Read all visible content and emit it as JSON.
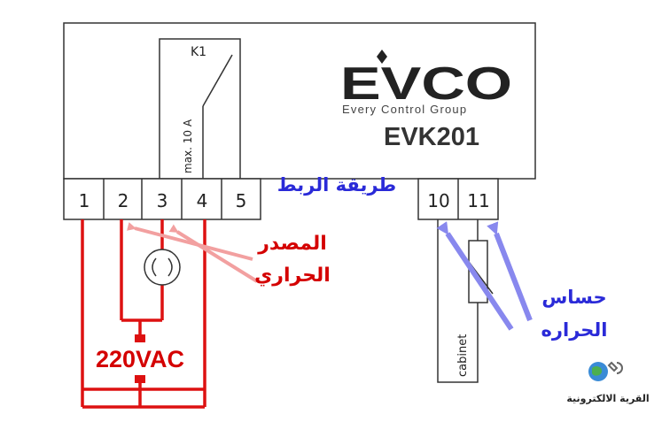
{
  "device": {
    "brand": "EVCO",
    "tagline": "Every Control Group",
    "model": "EVK201",
    "relay_label": "K1",
    "relay_rating": "max. 10 A"
  },
  "terminals": {
    "left": [
      "1",
      "2",
      "3",
      "4",
      "5"
    ],
    "right": [
      "10",
      "11"
    ]
  },
  "labels": {
    "wiring_title": "طريقة الربط",
    "supply": "220VAC",
    "heat_source_line1": "المصدر",
    "heat_source_line2": "الحراري",
    "sensor_line1": "حساس",
    "sensor_line2": "الحراره",
    "sensor_location": "cabinet",
    "watermark": "القرية الالكترونية"
  },
  "colors": {
    "wire": "#dd1111",
    "arrow_red": "#f2a0a0",
    "arrow_blue": "#8888ee",
    "title_blue": "#2a2ad8",
    "annotation_red": "#d40000"
  }
}
